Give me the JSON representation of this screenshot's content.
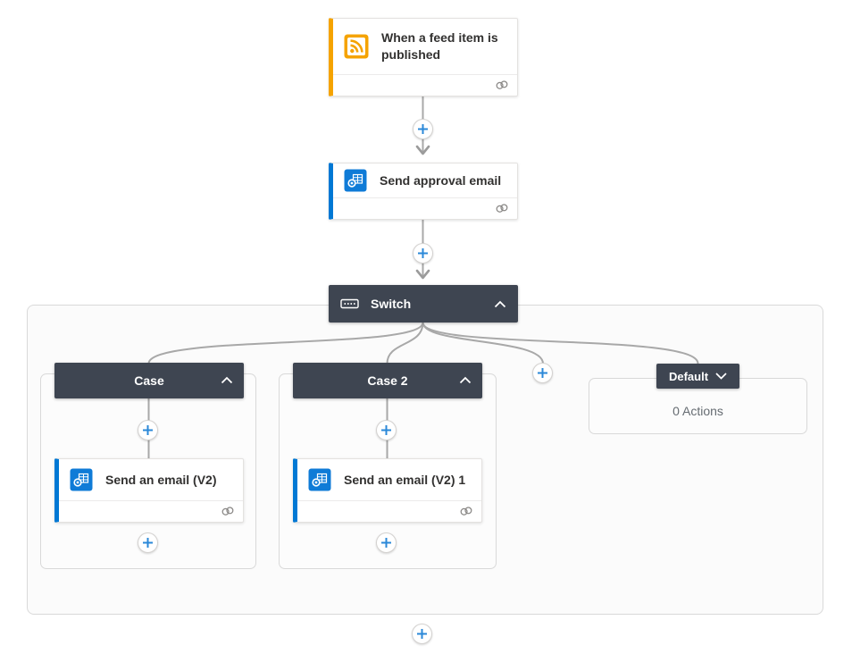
{
  "colors": {
    "header_dark": "#3e4551",
    "trigger_accent_orange": "#f5a300",
    "action_accent_blue": "#0078d4",
    "outlook_icon_blue": "#0f7bd7",
    "plus_blue": "#2b88d8",
    "connector_gray": "#a8a8a8",
    "scope_border_gray": "#d9d9d9"
  },
  "trigger": {
    "title": "When a feed item is published",
    "icon": "rss-icon"
  },
  "action": {
    "title": "Send approval email",
    "icon": "outlook-icon"
  },
  "switch_block": {
    "label": "Switch",
    "icon": "switch-icon",
    "collapse": "chevron-up-icon"
  },
  "branches": {
    "case1": {
      "label": "Case",
      "card_title": "Send an email (V2)",
      "card_icon": "outlook-icon"
    },
    "case2": {
      "label": "Case 2",
      "card_title": "Send an email (V2) 1",
      "card_icon": "outlook-icon"
    },
    "default": {
      "label": "Default",
      "empty_text": "0 Actions"
    }
  }
}
